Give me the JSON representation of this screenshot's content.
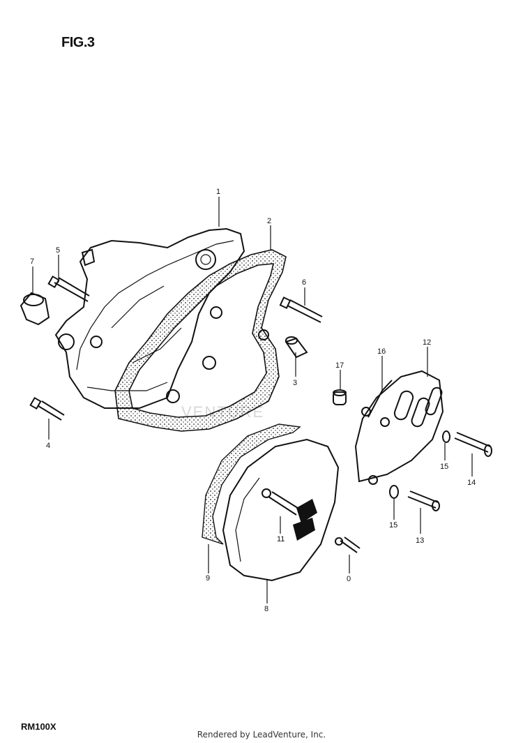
{
  "figure": {
    "title": "FIG.3"
  },
  "model": "RM100X",
  "credit": "Rendered by LeadVenture, Inc.",
  "watermark": "VENTURE",
  "callouts": [
    {
      "id": "1",
      "label": "1"
    },
    {
      "id": "2",
      "label": "2"
    },
    {
      "id": "3",
      "label": "3"
    },
    {
      "id": "4",
      "label": "4"
    },
    {
      "id": "5",
      "label": "5"
    },
    {
      "id": "6",
      "label": "6"
    },
    {
      "id": "7",
      "label": "7"
    },
    {
      "id": "8",
      "label": "8"
    },
    {
      "id": "9",
      "label": "9"
    },
    {
      "id": "10",
      "label": "0"
    },
    {
      "id": "11",
      "label": "11"
    },
    {
      "id": "12",
      "label": "12"
    },
    {
      "id": "13",
      "label": "13"
    },
    {
      "id": "14",
      "label": "14"
    },
    {
      "id": "15a",
      "label": "15"
    },
    {
      "id": "15b",
      "label": "15"
    },
    {
      "id": "16",
      "label": "16"
    },
    {
      "id": "17",
      "label": "17"
    }
  ]
}
